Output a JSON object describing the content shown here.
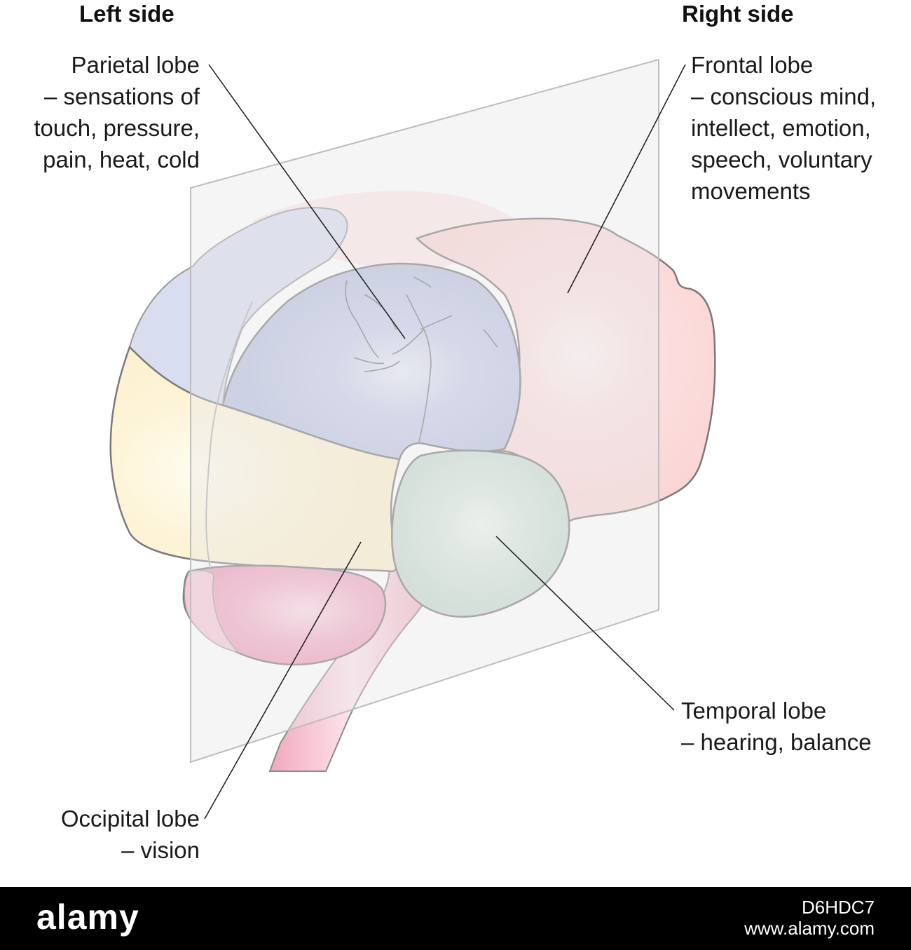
{
  "headings": {
    "left": "Left side",
    "right": "Right side"
  },
  "labels": {
    "parietal": [
      "Parietal lobe",
      "– sensations of",
      "touch, pressure,",
      "pain, heat, cold"
    ],
    "frontal": [
      "Frontal lobe",
      "– conscious mind,",
      "intellect, emotion,",
      "speech, voluntary",
      "movements"
    ],
    "temporal": [
      "Temporal lobe",
      "– hearing, balance"
    ],
    "occipital": [
      "Occipital lobe",
      "– vision"
    ]
  },
  "colors": {
    "parietal": "#bcc4e2",
    "frontal": "#fbd6d6",
    "temporal": "#cfdfd6",
    "occipital": "#fdf3d4",
    "cerebellum": "#f2a2bf",
    "brainstem": "#f5b8c8",
    "plane": "#dcdcdc",
    "outline": "#7a7a7a"
  },
  "footer": {
    "logo": "alamy",
    "image_id": "D6HDC7",
    "site": "www.alamy.com"
  }
}
